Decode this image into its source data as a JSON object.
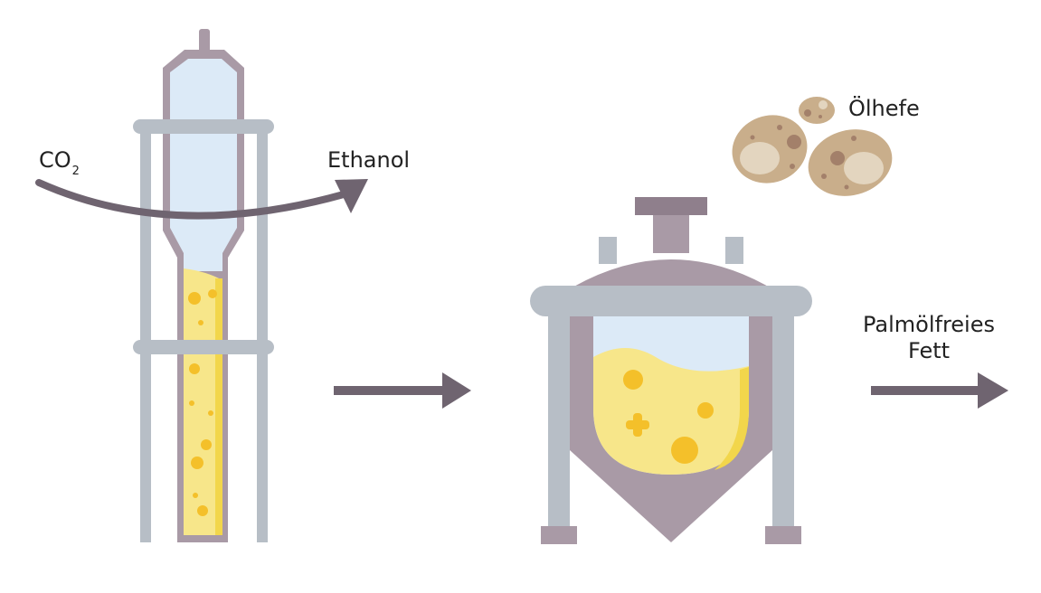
{
  "labels": {
    "co2_main": "CO",
    "co2_sub": "2",
    "ethanol": "Ethanol",
    "yeast": "Ölhefe",
    "fat_line1": "Palmölfreies",
    "fat_line2": "Fett"
  },
  "colors": {
    "vessel": "#a99aa6",
    "vessel_dark": "#8f7f8c",
    "frame": "#b7bec6",
    "liquid": "#f7e68a",
    "liquid_shade": "#f2d64b",
    "bubble": "#f4c02a",
    "headspace": "#dceaf7",
    "arrow": "#6f6470",
    "yeast": "#c9ae8b",
    "yeast_light": "#e3d5bf",
    "yeast_spot": "#a3806a"
  },
  "icons": [
    "fermentation-column-icon",
    "bioreactor-icon",
    "oleaginous-yeast-icon",
    "process-arrow-icon"
  ]
}
